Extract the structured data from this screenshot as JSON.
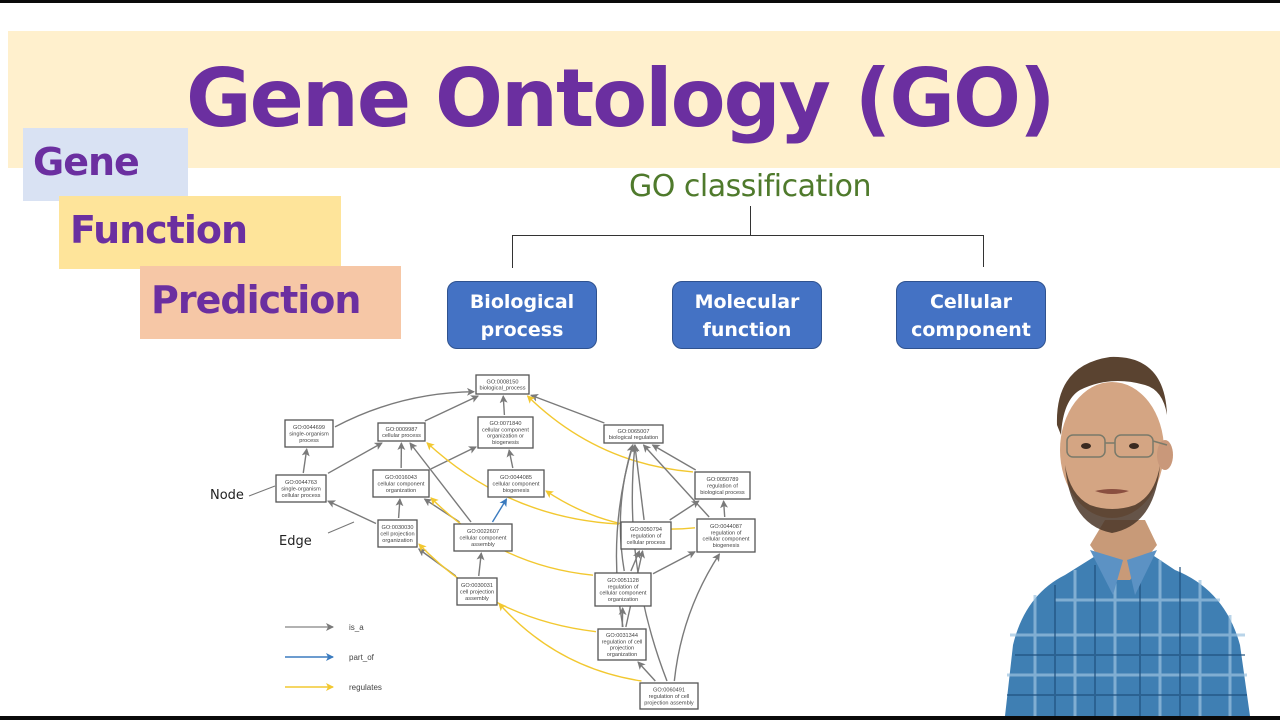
{
  "title": "Gene Ontology (GO)",
  "tags": [
    "Gene",
    "Function",
    "Prediction"
  ],
  "classification": {
    "heading": "GO classification",
    "categories": [
      {
        "line1": "Biological",
        "line2": "process"
      },
      {
        "line1": "Molecular",
        "line2": "function"
      },
      {
        "line1": "Cellular",
        "line2": "component"
      }
    ]
  },
  "annotations": {
    "node": "Node",
    "edge": "Edge"
  },
  "legend": [
    {
      "label": "is_a",
      "color": "#999999"
    },
    {
      "label": "part_of",
      "color": "#3b7bbf"
    },
    {
      "label": "regulates",
      "color": "#f2c830"
    }
  ],
  "colors": {
    "title": "#6b2fa0",
    "banner": "#fff0cd",
    "gene_tag": "#d9e2f3",
    "function_tag": "#fee49a",
    "prediction_tag": "#f6c7a6",
    "classification_text": "#4f7a2c",
    "category_box": "#4472c4"
  },
  "graph": {
    "nodes": [
      {
        "id": "GO:0008150",
        "lines": [
          "GO:0008150",
          "biological_process"
        ]
      },
      {
        "id": "GO:0044699",
        "lines": [
          "GO:0044699",
          "single-organism",
          "process"
        ]
      },
      {
        "id": "GO:0009987",
        "lines": [
          "GO:0009987",
          "cellular process"
        ]
      },
      {
        "id": "GO:0071840",
        "lines": [
          "GO:0071840",
          "cellular component",
          "organization or",
          "biogenesis"
        ]
      },
      {
        "id": "GO:0065007",
        "lines": [
          "GO:0065007",
          "biological regulation"
        ]
      },
      {
        "id": "GO:0044763",
        "lines": [
          "GO:0044763",
          "single-organism",
          "cellular process"
        ]
      },
      {
        "id": "GO:0016043",
        "lines": [
          "GO:0016043",
          "cellular component",
          "organization"
        ]
      },
      {
        "id": "GO:0044085",
        "lines": [
          "GO:0044085",
          "cellular component",
          "biogenesis"
        ]
      },
      {
        "id": "GO:0050789",
        "lines": [
          "GO:0050789",
          "regulation of",
          "biological process"
        ]
      },
      {
        "id": "GO:0030030",
        "lines": [
          "GO:0030030",
          "cell projection",
          "organization"
        ]
      },
      {
        "id": "GO:0022607",
        "lines": [
          "GO:0022607",
          "cellular component",
          "assembly"
        ]
      },
      {
        "id": "GO:0050794",
        "lines": [
          "GO:0050794",
          "regulation of",
          "cellular process"
        ]
      },
      {
        "id": "GO:0044087",
        "lines": [
          "GO:0044087",
          "regulation of",
          "cellular component",
          "biogenesis"
        ]
      },
      {
        "id": "GO:0030031",
        "lines": [
          "GO:0030031",
          "cell projection",
          "assembly"
        ]
      },
      {
        "id": "GO:0051128",
        "lines": [
          "GO:0051128",
          "regulation of",
          "cellular component",
          "organization"
        ]
      },
      {
        "id": "GO:0031344",
        "lines": [
          "GO:0031344",
          "regulation of cell",
          "projection",
          "organization"
        ]
      },
      {
        "id": "GO:0060491",
        "lines": [
          "GO:0060491",
          "regulation of cell",
          "projection assembly"
        ]
      }
    ],
    "edges": [
      {
        "from": "GO:0044699",
        "to": "GO:0008150",
        "type": "is_a"
      },
      {
        "from": "GO:0009987",
        "to": "GO:0008150",
        "type": "is_a"
      },
      {
        "from": "GO:0071840",
        "to": "GO:0008150",
        "type": "is_a"
      },
      {
        "from": "GO:0065007",
        "to": "GO:0008150",
        "type": "is_a"
      },
      {
        "from": "GO:0050789",
        "to": "GO:0008150",
        "type": "regulates"
      },
      {
        "from": "GO:0044763",
        "to": "GO:0044699",
        "type": "is_a"
      },
      {
        "from": "GO:0044763",
        "to": "GO:0009987",
        "type": "is_a"
      },
      {
        "from": "GO:0016043",
        "to": "GO:0009987",
        "type": "is_a"
      },
      {
        "from": "GO:0016043",
        "to": "GO:0071840",
        "type": "is_a"
      },
      {
        "from": "GO:0044085",
        "to": "GO:0071840",
        "type": "is_a"
      },
      {
        "from": "GO:0050789",
        "to": "GO:0065007",
        "type": "is_a"
      },
      {
        "from": "GO:0030030",
        "to": "GO:0044763",
        "type": "is_a"
      },
      {
        "from": "GO:0030030",
        "to": "GO:0016043",
        "type": "is_a"
      },
      {
        "from": "GO:0022607",
        "to": "GO:0016043",
        "type": "is_a"
      },
      {
        "from": "GO:0022607",
        "to": "GO:0044085",
        "type": "part_of"
      },
      {
        "from": "GO:0022607",
        "to": "GO:0009987",
        "type": "is_a"
      },
      {
        "from": "GO:0050794",
        "to": "GO:0065007",
        "type": "is_a"
      },
      {
        "from": "GO:0050794",
        "to": "GO:0050789",
        "type": "is_a"
      },
      {
        "from": "GO:0050794",
        "to": "GO:0009987",
        "type": "regulates"
      },
      {
        "from": "GO:0044087",
        "to": "GO:0050789",
        "type": "is_a"
      },
      {
        "from": "GO:0044087",
        "to": "GO:0065007",
        "type": "is_a"
      },
      {
        "from": "GO:0044087",
        "to": "GO:0044085",
        "type": "regulates"
      },
      {
        "from": "GO:0030031",
        "to": "GO:0030030",
        "type": "is_a"
      },
      {
        "from": "GO:0030031",
        "to": "GO:0022607",
        "type": "is_a"
      },
      {
        "from": "GO:0051128",
        "to": "GO:0050794",
        "type": "is_a"
      },
      {
        "from": "GO:0051128",
        "to": "GO:0065007",
        "type": "is_a"
      },
      {
        "from": "GO:0051128",
        "to": "GO:0016043",
        "type": "regulates"
      },
      {
        "from": "GO:0051128",
        "to": "GO:0044087",
        "type": "is_a"
      },
      {
        "from": "GO:0031344",
        "to": "GO:0051128",
        "type": "is_a"
      },
      {
        "from": "GO:0031344",
        "to": "GO:0050794",
        "type": "is_a"
      },
      {
        "from": "GO:0031344",
        "to": "GO:0065007",
        "type": "is_a"
      },
      {
        "from": "GO:0031344",
        "to": "GO:0030030",
        "type": "regulates"
      },
      {
        "from": "GO:0060491",
        "to": "GO:0031344",
        "type": "is_a"
      },
      {
        "from": "GO:0060491",
        "to": "GO:0044087",
        "type": "is_a"
      },
      {
        "from": "GO:0060491",
        "to": "GO:0065007",
        "type": "is_a"
      },
      {
        "from": "GO:0060491",
        "to": "GO:0030031",
        "type": "regulates"
      }
    ]
  },
  "person_photo": "presenter-photo"
}
